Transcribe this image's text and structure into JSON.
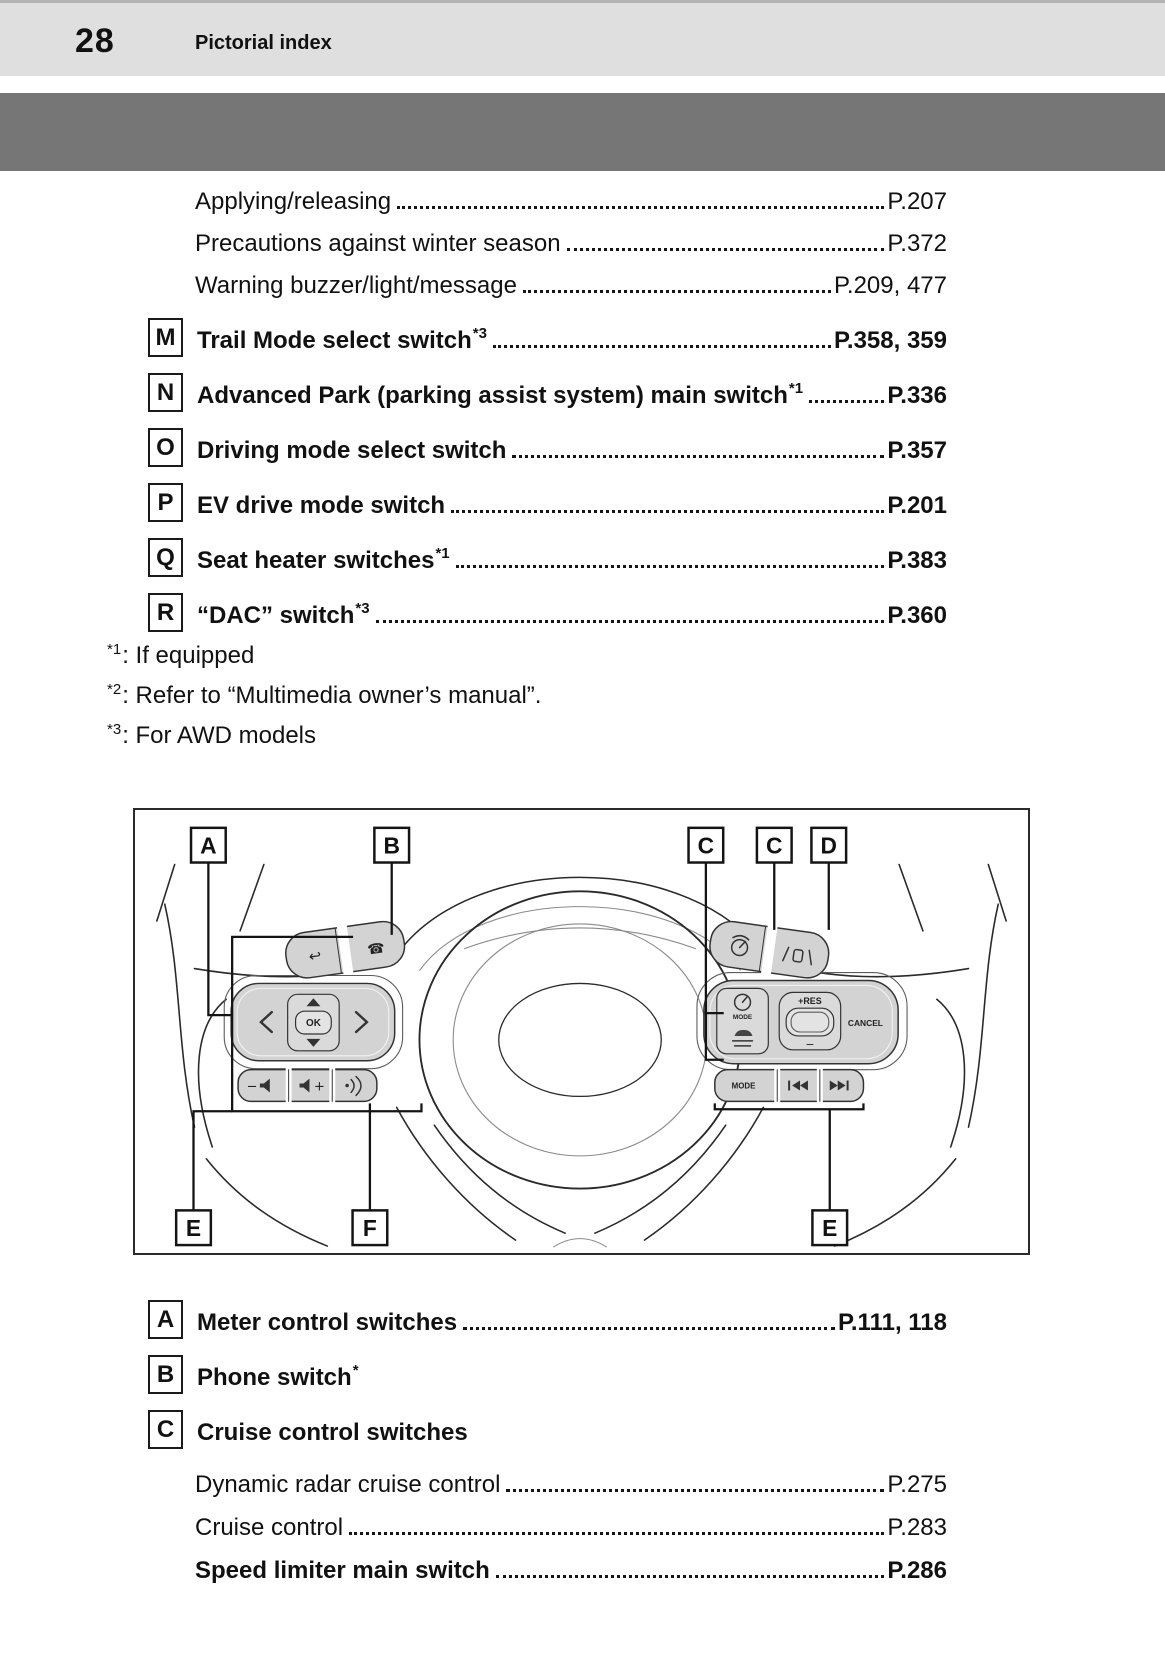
{
  "page": {
    "number": "28",
    "section_title": "Pictorial index"
  },
  "toc_top": {
    "sub_entries": [
      {
        "label": "Applying/releasing",
        "page": "P.207"
      },
      {
        "label": "Precautions against winter season ",
        "page": "P.372"
      },
      {
        "label": "Warning buzzer/light/message",
        "page": "P.209, 477"
      }
    ],
    "lettered_entries": [
      {
        "letter": "M",
        "label": "Trail Mode select switch",
        "sup": "*3",
        "page": "P.358, 359"
      },
      {
        "letter": "N",
        "label": "Advanced Park (parking assist system) main switch",
        "sup": "*1",
        "page": "P.336"
      },
      {
        "letter": "O",
        "label": "Driving mode select switch",
        "sup": "",
        "page": "P.357"
      },
      {
        "letter": "P",
        "label": "EV drive mode switch",
        "sup": "",
        "page": "P.201"
      },
      {
        "letter": "Q",
        "label": "Seat heater switches",
        "sup": "*1",
        "page": "P.383"
      },
      {
        "letter": "R",
        "label": "“DAC” switch",
        "sup": "*3",
        "page": "P.360"
      }
    ]
  },
  "footnotes": [
    {
      "marker": "*1",
      "text": ": If equipped"
    },
    {
      "marker": "*2",
      "text": ": Refer to “Multimedia owner’s manual”."
    },
    {
      "marker": "*3",
      "text": ": For AWD models"
    }
  ],
  "diagram": {
    "callouts_top": [
      "A",
      "B",
      "C",
      "C",
      "D"
    ],
    "callouts_bottom": [
      "E",
      "F",
      "E"
    ],
    "labels": {
      "ok": "OK",
      "res": "+RES",
      "minus": "−",
      "cancel": "CANCEL",
      "mode_button": "MODE",
      "mode_row": "MODE",
      "vol_down": "−",
      "vol_up": "+"
    },
    "icons": {
      "back": "↩",
      "phone": "☎"
    }
  },
  "toc_bottom": {
    "lettered_entries": [
      {
        "letter": "A",
        "label": "Meter control switches",
        "sup": "",
        "page": "P.111, 118"
      },
      {
        "letter": "B",
        "label": "Phone switch",
        "sup": "*",
        "page": ""
      },
      {
        "letter": "C",
        "label": "Cruise control switches",
        "sup": "",
        "page": ""
      }
    ],
    "sub_entries": [
      {
        "label": "Dynamic radar cruise control ",
        "page": "P.275"
      },
      {
        "label": "Cruise control",
        "page": "P.283"
      },
      {
        "label": "Speed limiter main switch",
        "page": "P.286"
      }
    ]
  }
}
